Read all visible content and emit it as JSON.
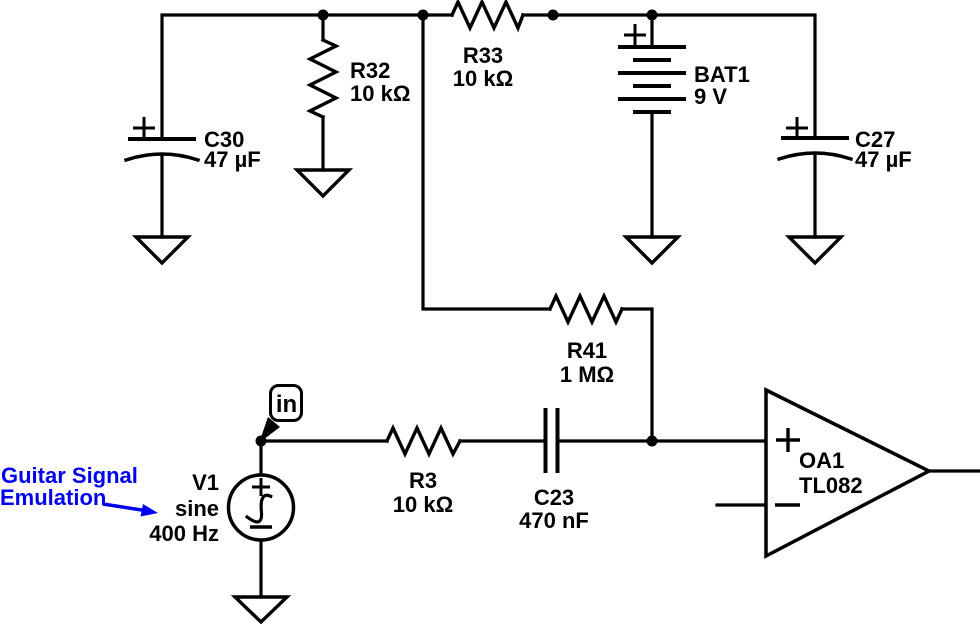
{
  "diagram": {
    "kind": "circuit-schematic",
    "colors": {
      "wire": "#000000",
      "annotation_blue": "#0000EE",
      "background": "#ffffff"
    }
  },
  "components": {
    "c30": {
      "ref": "C30",
      "value": "47 µF"
    },
    "r32": {
      "ref": "R32",
      "value": "10 kΩ"
    },
    "r33": {
      "ref": "R33",
      "value": "10 kΩ"
    },
    "bat1": {
      "ref": "BAT1",
      "value": "9 V"
    },
    "c27": {
      "ref": "C27",
      "value": "47 µF"
    },
    "r41": {
      "ref": "R41",
      "value": "1 MΩ"
    },
    "v1": {
      "ref": "V1",
      "waveform": "sine",
      "frequency": "400 Hz"
    },
    "r3": {
      "ref": "R3",
      "value": "10 kΩ"
    },
    "c23": {
      "ref": "C23",
      "value": "470 nF"
    },
    "oa1": {
      "ref": "OA1",
      "part": "TL082"
    }
  },
  "net_label": {
    "in": "in"
  },
  "annotation": {
    "line1": "Guitar Signal",
    "line2": "Emulation"
  }
}
